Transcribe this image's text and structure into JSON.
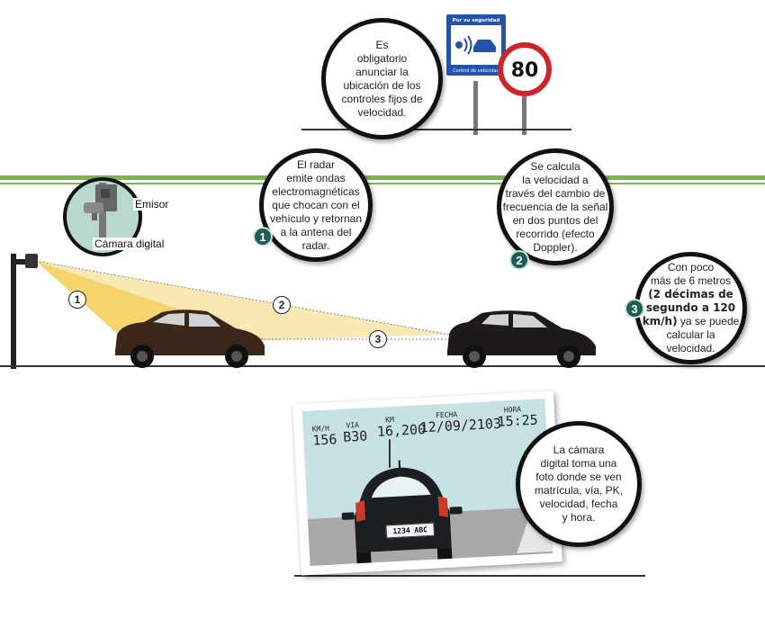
{
  "intro": {
    "text": [
      "Es",
      "obligatorio",
      "anunciar la",
      "ubicación de los",
      "controles fijos de",
      "velocidad."
    ]
  },
  "signs": {
    "top_text": "Por su seguridad",
    "bottom_text": "Control de velocidad",
    "speed_limit": "80"
  },
  "camera": {
    "emitter_label": "Emisor",
    "camera_label": "Cámara digital"
  },
  "step1": {
    "number": "1",
    "text": [
      "El radar",
      "emite ondas",
      "electromagnéticas",
      "que chocan con el",
      "vehículo y retornan",
      "a la antena del",
      "radar."
    ]
  },
  "step2": {
    "number": "2",
    "text": [
      "Se calcula",
      "la velocidad a",
      "través del cambio de",
      "frecuencia de la señal",
      "en dos puntos del",
      "recorrido (efecto",
      "Doppler)."
    ]
  },
  "step3": {
    "number": "3",
    "text_before": [
      "Con poco",
      "más de 6 metros"
    ],
    "text_bold": [
      "(2 décimas de",
      "segundo a 120",
      "km/h)"
    ],
    "text_after_first": " ya se puede",
    "text_after": [
      "calcular la",
      "velocidad."
    ]
  },
  "beam_markers": [
    "1",
    "2",
    "3"
  ],
  "photo": {
    "speed_label": "KM/H",
    "speed_value": "156",
    "road_label": "VIA",
    "road_value": "B30",
    "km_label": "KM",
    "km_value": "16,200",
    "date_label": "FECHA",
    "date_value": "12/09/2103",
    "time_label": "HORA",
    "time_value": "15:25",
    "plate": "1234 ABC"
  },
  "photo_note": {
    "text": [
      "La cámara",
      "digital toma una",
      "foto donde se ven",
      "matrícula, vía, PK,",
      "velocidad, fecha",
      "y hora."
    ]
  },
  "colors": {
    "green": "#7ab648",
    "badge": "#1f5c55",
    "sign_blue": "#2553a8",
    "sign_red": "#d0242b",
    "beam": "#f2c230"
  }
}
